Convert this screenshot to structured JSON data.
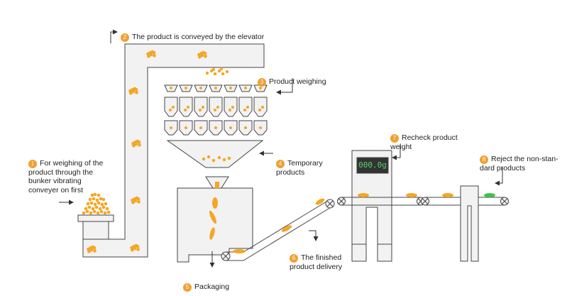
{
  "colors": {
    "accent": "#f0a030",
    "product": "#f5a623",
    "rejected_product": "#3cc34a",
    "outline": "#444444",
    "machine_fill": "#f2f2f2",
    "display_bg": "#333333",
    "display_text": "#5ad06a"
  },
  "steps": [
    {
      "num": "1",
      "text": "For weighing of the\nproduct through the\nbunker vibrating\nconveyer on first"
    },
    {
      "num": "2",
      "text": "The product is conveyed by the elevator"
    },
    {
      "num": "3",
      "text": "Product weighing"
    },
    {
      "num": "4",
      "text": "Temporary\nproducts"
    },
    {
      "num": "5",
      "text": "Packaging"
    },
    {
      "num": "6",
      "text": "The finished\nproduct delivery"
    },
    {
      "num": "7",
      "text": "Recheck product\nweight"
    },
    {
      "num": "8",
      "text": "Reject the non-stan-\ndard products"
    }
  ],
  "checkweigher": {
    "display_value": "000.0g"
  }
}
